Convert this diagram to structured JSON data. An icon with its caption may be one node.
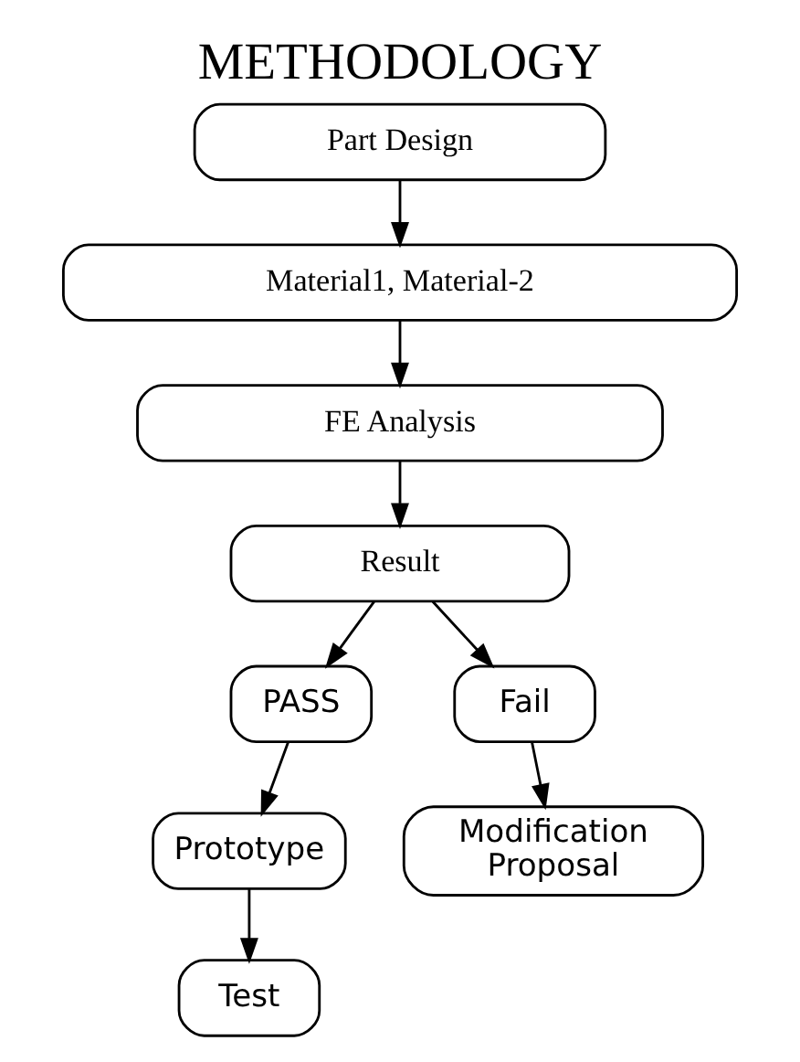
{
  "diagram": {
    "title": "METHODOLOGY",
    "nodes": [
      {
        "text": [
          "Part Design"
        ]
      },
      {
        "text": [
          "Material1, Material-2"
        ]
      },
      {
        "text": [
          "FE Analysis"
        ]
      },
      {
        "text": [
          "Result"
        ]
      },
      {
        "text": [
          "PASS"
        ]
      },
      {
        "text": [
          "Fail"
        ]
      },
      {
        "text": [
          "Prototype"
        ]
      },
      {
        "text": [
          "Modification Proposal"
        ]
      },
      {
        "text": [
          "Test"
        ]
      }
    ],
    "edges": [
      {
        "from": 0,
        "to": 1,
        "arrow": "to"
      },
      {
        "from": 1,
        "to": 2,
        "arrow": "to"
      },
      {
        "from": 2,
        "to": 3,
        "arrow": "to"
      },
      {
        "from": 3,
        "to": 4,
        "arrow": "to"
      },
      {
        "from": 3,
        "to": 5,
        "arrow": "to"
      },
      {
        "from": 4,
        "to": 6,
        "arrow": "to"
      },
      {
        "from": 5,
        "to": 7,
        "arrow": "to"
      },
      {
        "from": 6,
        "to": 8,
        "arrow": "to"
      }
    ]
  }
}
